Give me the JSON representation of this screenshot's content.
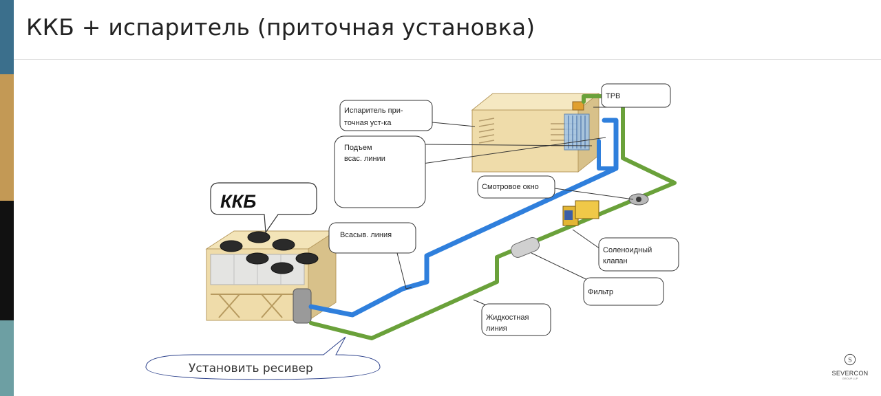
{
  "slide": {
    "title": "ККБ + испаритель (приточная установка)"
  },
  "colors": {
    "sidebar": [
      "#3b6f8c",
      "#c39955",
      "#111111",
      "#6d9fa3"
    ],
    "suction_line": "#2f7fdc",
    "liquid_line": "#6aa13a",
    "unit_body": "#efdcaa"
  },
  "diagram": {
    "ccu_label": "ККБ",
    "receiver_note": "Установить ресивер",
    "callouts": {
      "evaporator": [
        "Испаритель при-",
        "точная  уст-ка"
      ],
      "suction_rise": [
        "Подъем",
        "всас. линии"
      ],
      "trv": "ТРВ",
      "sight_glass": "Смотровое окно",
      "suction_line": "Всасыв. линия",
      "solenoid": [
        "Соленоидный",
        "клапан"
      ],
      "filter": "Фильтр",
      "liquid_line": [
        "Жидкостная",
        "линия"
      ]
    }
  },
  "brand": {
    "logo": "S",
    "name": "SEVERCON",
    "tagline": "GROUP LLP"
  }
}
